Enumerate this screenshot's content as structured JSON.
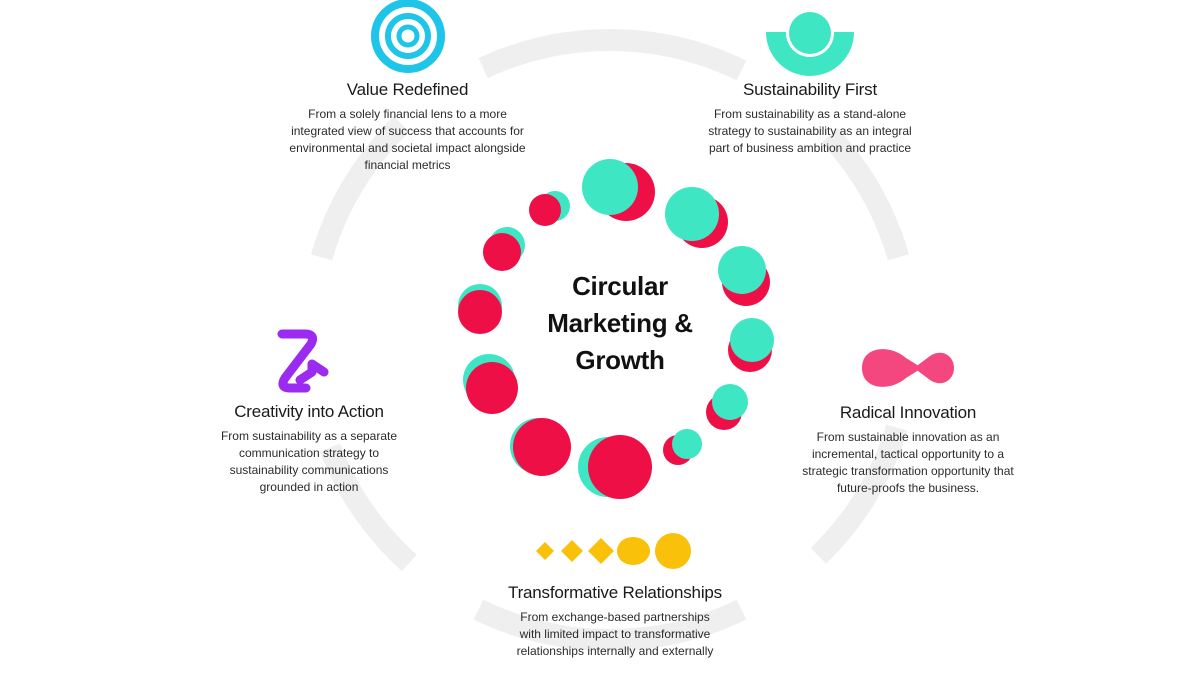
{
  "center": {
    "lines": [
      "Circular",
      "Marketing  &",
      "Growth"
    ]
  },
  "blocks": [
    {
      "id": "value-redefined",
      "title": "Value Redefined",
      "lines": [
        "From a solely financial lens to a more",
        "integrated view of success that accounts for",
        "environmental and societal impact alongside",
        "financial metrics"
      ],
      "icon": "concentric-circles-icon",
      "color": "#1ec5e8"
    },
    {
      "id": "sustainability-first",
      "title": "Sustainability First",
      "lines": [
        "From sustainability as a stand-alone",
        "strategy to sustainability as an integral",
        "part of business ambition and practice"
      ],
      "icon": "rising-sun-icon",
      "color": "#3ee6c4"
    },
    {
      "id": "creativity-into-action",
      "title": "Creativity into Action",
      "lines": [
        "From sustainability as a separate",
        "communication strategy  to",
        "sustainability communications",
        "grounded in action"
      ],
      "icon": "zigzag-arrow-icon",
      "color": "#9b2bf0"
    },
    {
      "id": "radical-innovation",
      "title": "Radical Innovation",
      "lines": [
        "From sustainable innovation as an",
        "incremental, tactical opportunity to a",
        "strategic transformation opportunity that",
        "future-proofs the business."
      ],
      "icon": "infinity-drop-icon",
      "color": "#f5477f"
    },
    {
      "id": "transformative-relationships",
      "title": "Transformative Relationships",
      "lines": [
        "From exchange-based partnerships",
        "with limited impact to transformative",
        "relationships internally and externally"
      ],
      "icon": "growing-diamonds-icon",
      "color": "#f9c10a"
    }
  ],
  "palette": {
    "ring": "#efefef",
    "teal": "#3ee6c4",
    "red": "#ef0f47"
  }
}
